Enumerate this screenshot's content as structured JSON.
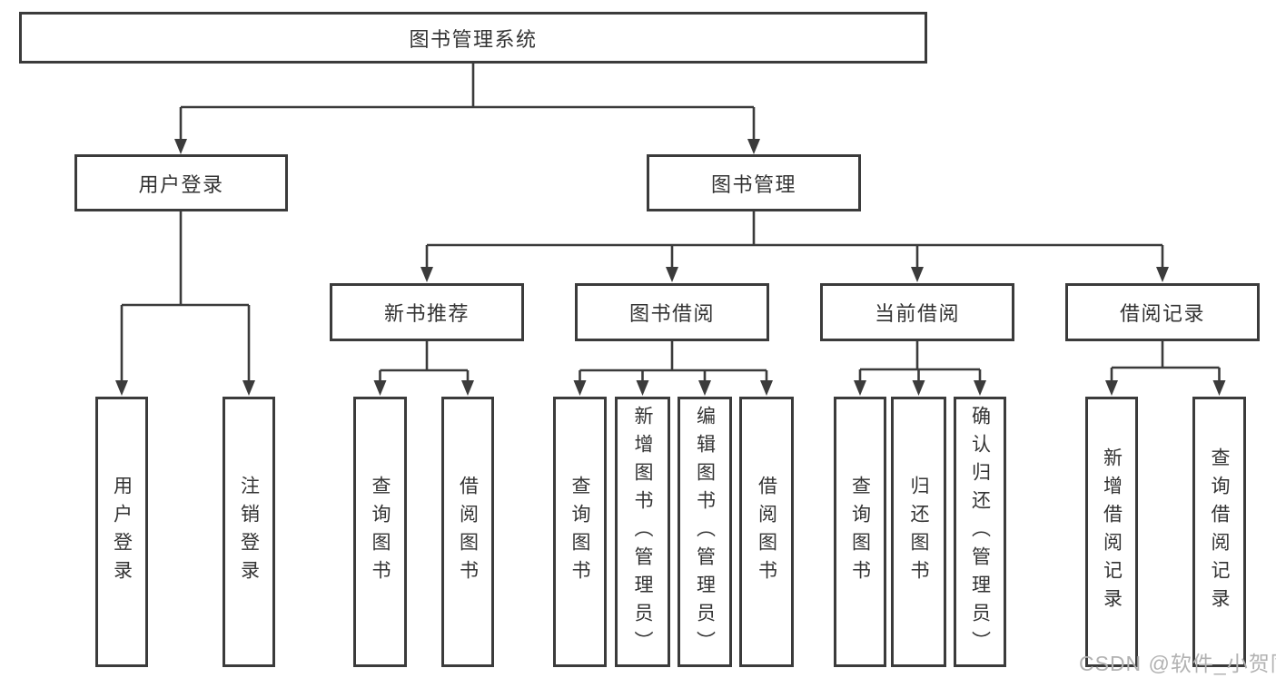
{
  "diagram": {
    "root": {
      "label": "图书管理系统"
    },
    "branches": [
      {
        "label": "用户登录",
        "children": [
          {
            "label": "用户登录"
          },
          {
            "label": "注销登录"
          }
        ]
      },
      {
        "label": "图书管理",
        "children": [
          {
            "label": "新书推荐",
            "children": [
              {
                "label": "查询图书"
              },
              {
                "label": "借阅图书"
              }
            ]
          },
          {
            "label": "图书借阅",
            "children": [
              {
                "label": "查询图书"
              },
              {
                "label": "新增图书（管理员）"
              },
              {
                "label": "编辑图书（管理员）"
              },
              {
                "label": "借阅图书"
              }
            ]
          },
          {
            "label": "当前借阅",
            "children": [
              {
                "label": "查询图书"
              },
              {
                "label": "归还图书"
              },
              {
                "label": "确认归还（管理员）"
              }
            ]
          },
          {
            "label": "借阅记录",
            "children": [
              {
                "label": "新增借阅记录"
              },
              {
                "label": "查询借阅记录"
              }
            ]
          }
        ]
      }
    ]
  },
  "watermark": {
    "text": "CSDN @软件_小贺同学"
  },
  "colors": {
    "line": "#3b3b3b",
    "text": "#333333",
    "box_background": "#ffffff",
    "watermark": "#b2b2b2"
  }
}
